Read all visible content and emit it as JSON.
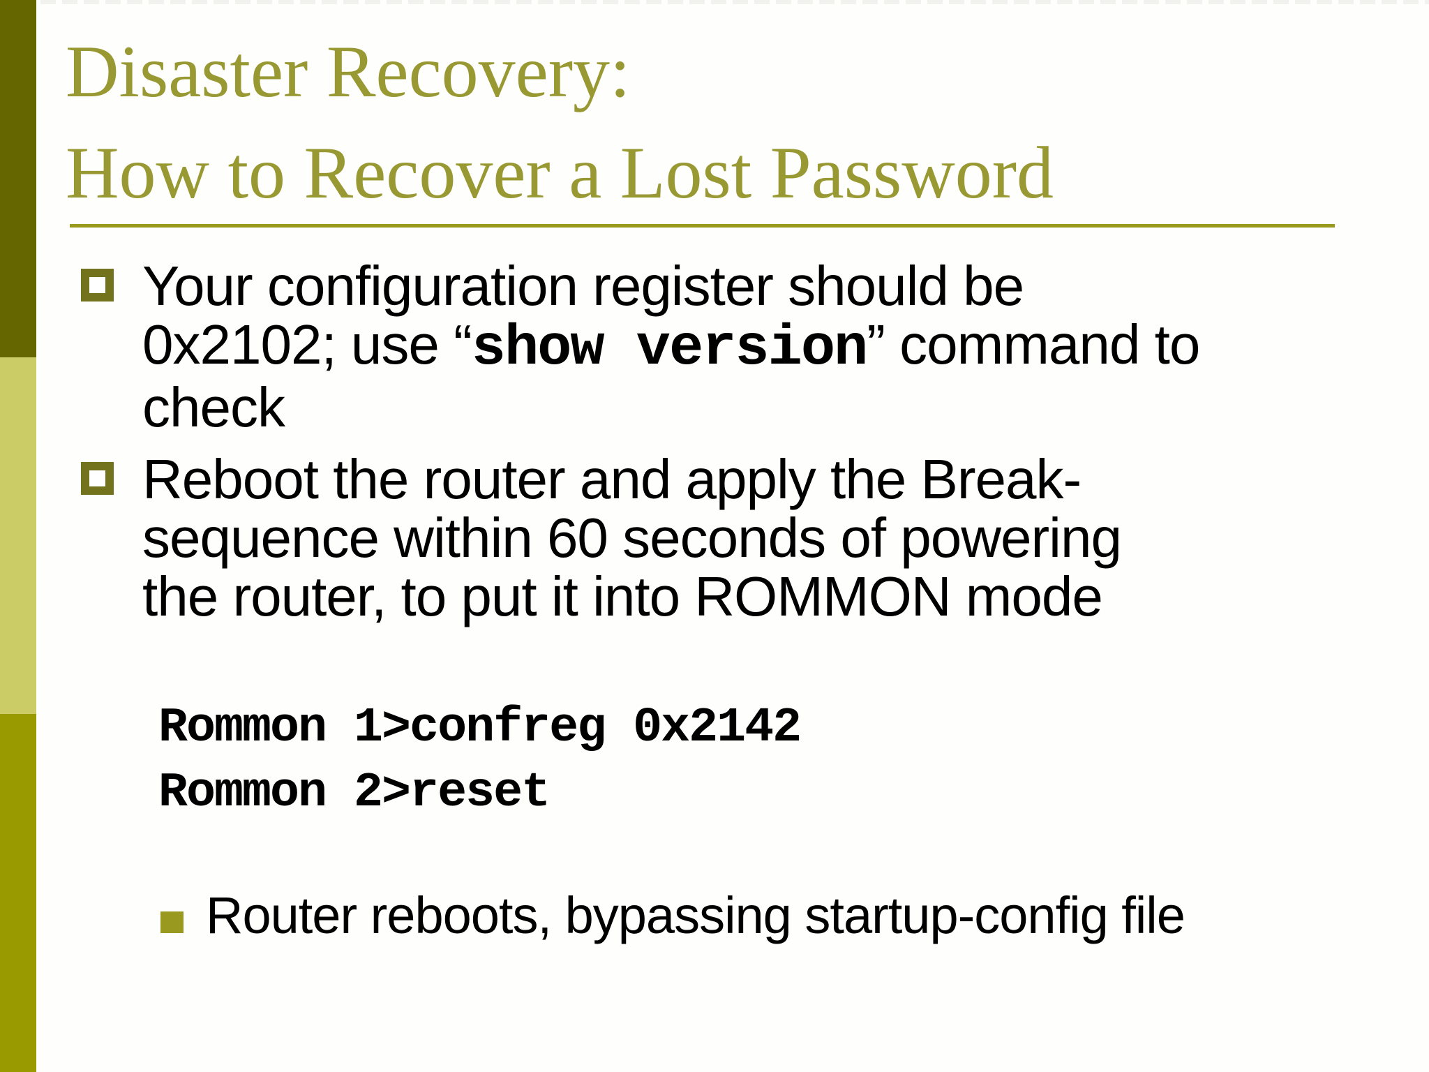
{
  "slide": {
    "title": {
      "line1": "Disaster Recovery:",
      "line2": "How to Recover a Lost Password"
    },
    "bullet1": {
      "line1": "Your configuration register should be",
      "line2_pre": "0x2102; use “",
      "line2_code": "show version",
      "line2_post": "” command to",
      "line3": "check"
    },
    "bullet2": {
      "line1": "Reboot the router and apply the Break-",
      "line2": "sequence within 60 seconds of powering",
      "line3": "the router, to put it into ROMMON mode"
    },
    "console": {
      "line1": "Rommon 1>confreg 0x2142",
      "line2": "Rommon 2>reset"
    },
    "sub_bullet": {
      "text": "Router reboots, bypassing startup-config file"
    },
    "colors": {
      "accent_dark": "#666600",
      "accent_light": "#CCCC66",
      "accent_mid": "#999900",
      "title_text": "#999933",
      "rule": "#99991E",
      "bullet_border": "#73731D",
      "sub_bullet_fill": "#99991F",
      "body_text": "#000000"
    }
  }
}
